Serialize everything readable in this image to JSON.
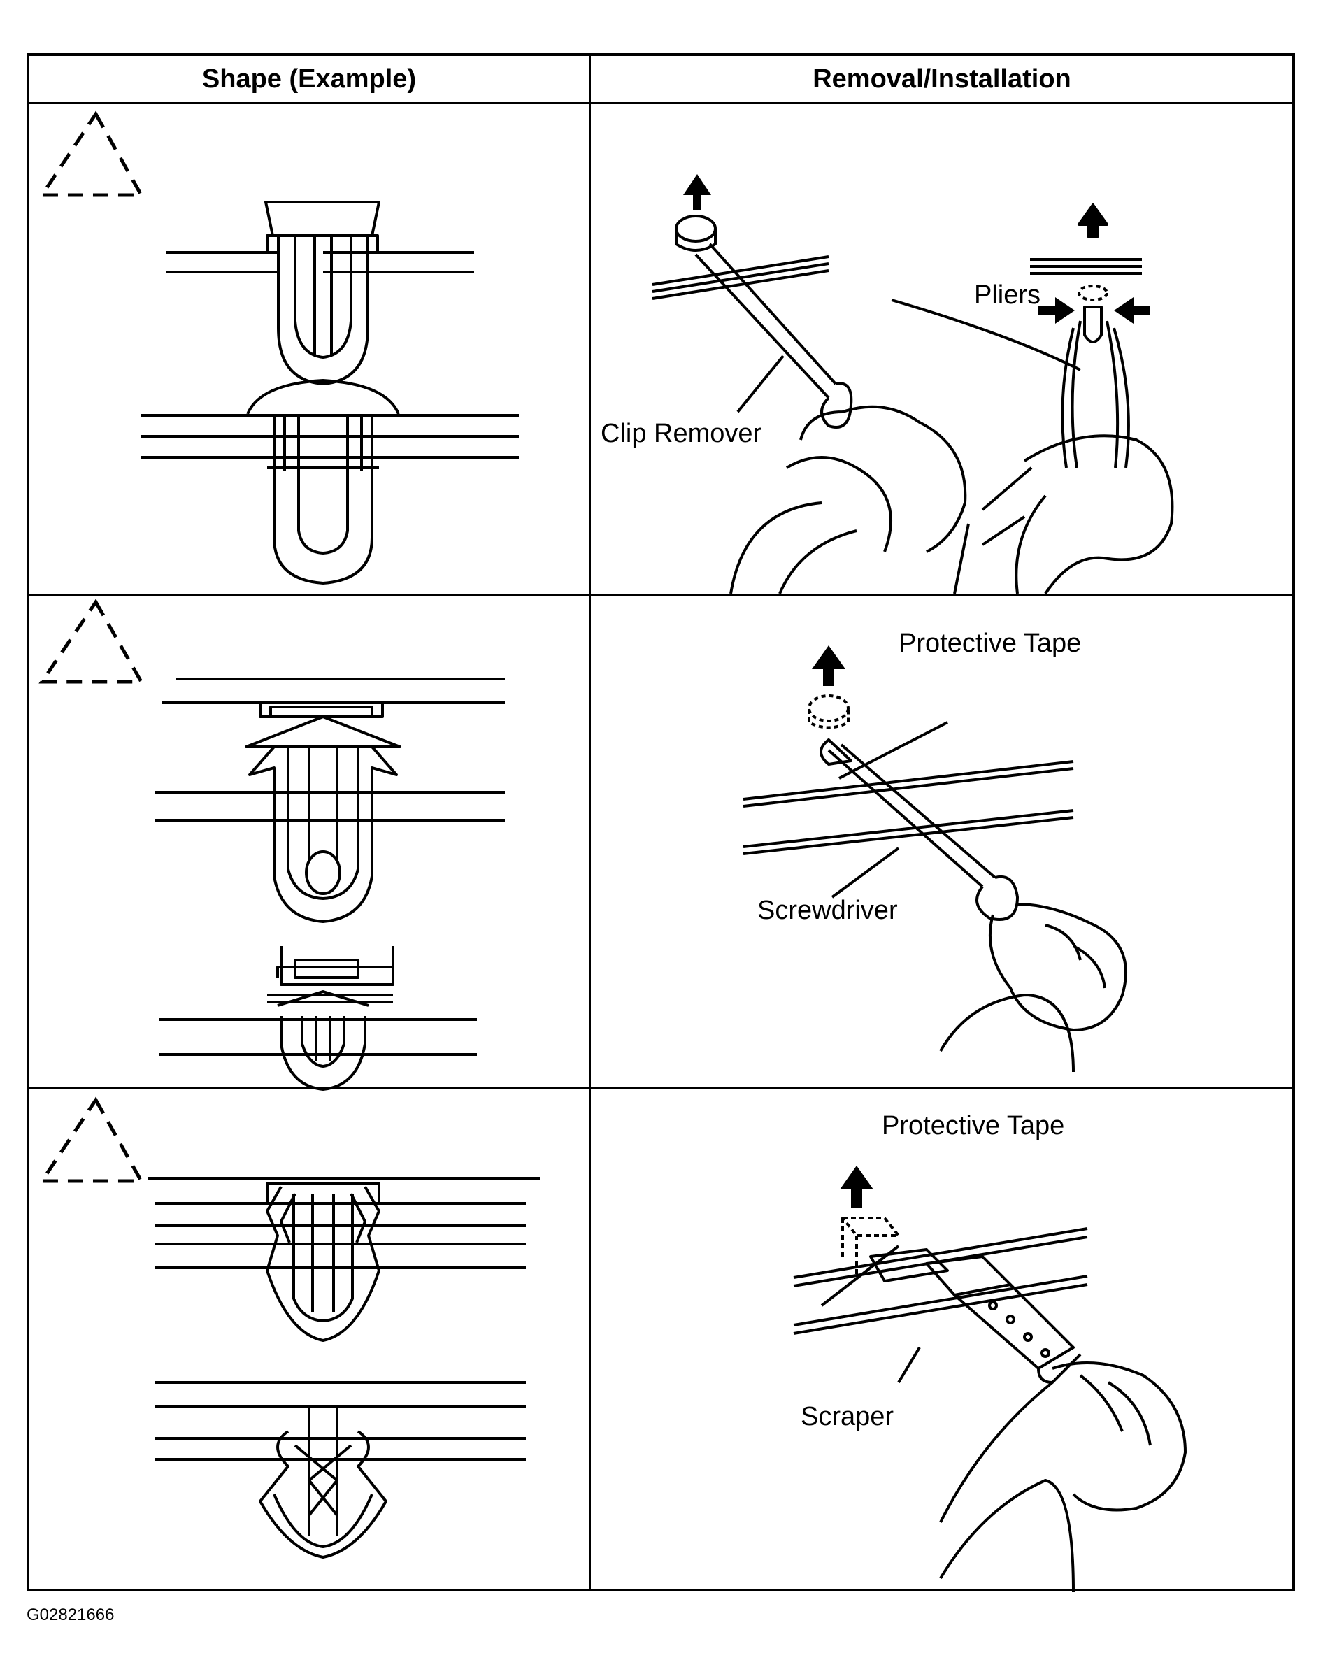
{
  "table": {
    "headers": {
      "shape": "Shape (Example)",
      "removal": "Removal/Installation"
    },
    "rows": [
      {
        "labels": {
          "clip_remover": "Clip Remover",
          "pliers": "Pliers"
        }
      },
      {
        "labels": {
          "protective_tape": "Protective Tape",
          "screwdriver": "Screwdriver"
        }
      },
      {
        "labels": {
          "protective_tape": "Protective Tape",
          "scraper": "Scraper"
        }
      }
    ]
  },
  "figure_code": "G02821666"
}
